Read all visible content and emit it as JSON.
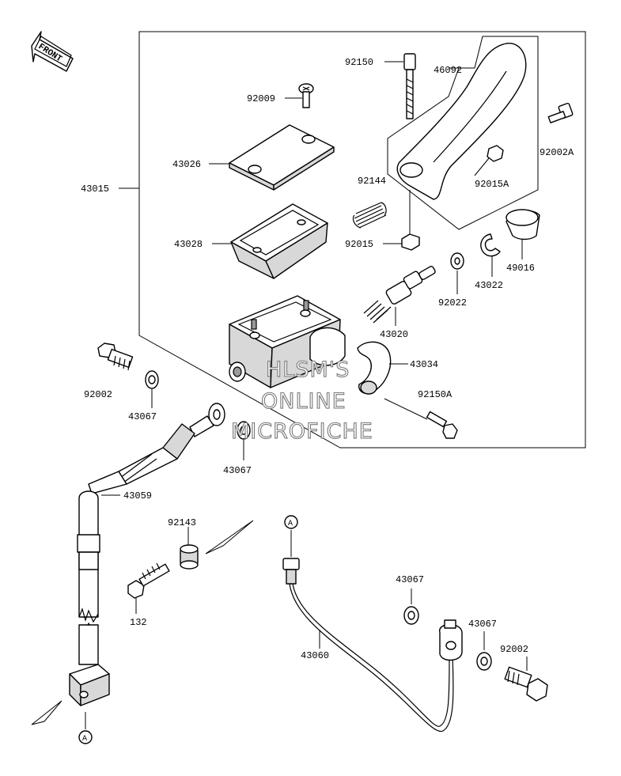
{
  "front_label": "FRONT",
  "watermark": [
    "HLSM'S",
    "ONLINE",
    "MICROFICHE"
  ],
  "ref_marker": "A",
  "parts": {
    "p92150": "92150",
    "p46092": "46092",
    "p92009": "92009",
    "p92002A": "92002A",
    "p43026": "43026",
    "p43015": "43015",
    "p92144": "92144",
    "p92015A": "92015A",
    "p43028": "43028",
    "p92015": "92015",
    "p49016": "49016",
    "p43022": "43022",
    "p92022": "92022",
    "p43020": "43020",
    "p43034": "43034",
    "p92002_top": "92002",
    "p92150A": "92150A",
    "p43067_a": "43067",
    "p43067_b": "43067",
    "p43059": "43059",
    "p92143": "92143",
    "p132": "132",
    "p43067_c": "43067",
    "p43060": "43060",
    "p43067_d": "43067",
    "p92002_bottom": "92002"
  }
}
